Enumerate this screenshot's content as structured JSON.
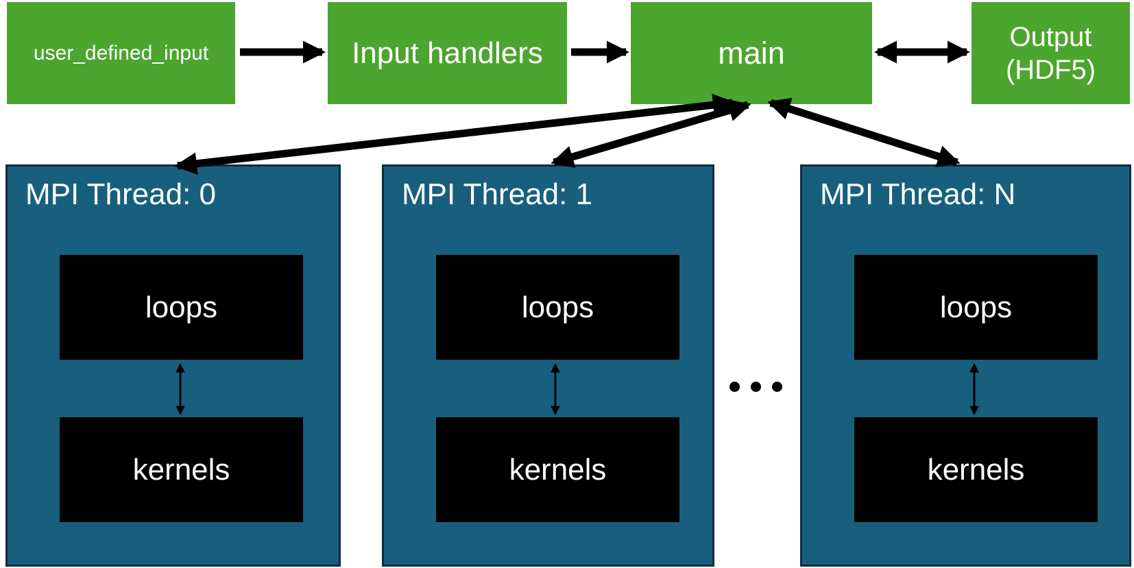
{
  "diagram": {
    "pipeline": {
      "user_defined_input": {
        "label": "user_defined_input"
      },
      "input_handlers": {
        "label": "Input handlers"
      },
      "main": {
        "label": "main"
      },
      "output": {
        "line1": "Output",
        "line2": "(HDF5)"
      }
    },
    "threads": [
      {
        "title": "MPI Thread: 0",
        "loops_label": "loops",
        "kernels_label": "kernels"
      },
      {
        "title": "MPI Thread: 1",
        "loops_label": "loops",
        "kernels_label": "kernels"
      },
      {
        "title": "MPI Thread: N",
        "loops_label": "loops",
        "kernels_label": "kernels"
      }
    ],
    "ellipsis": {
      "dot_count": 3
    },
    "colors": {
      "node_green": "#4ca52e",
      "thread_teal": "#185f7d",
      "thread_border": "#0f2d3f",
      "inner_black": "#000000",
      "text_white": "#ffffff",
      "arrow_black": "#000000"
    }
  }
}
